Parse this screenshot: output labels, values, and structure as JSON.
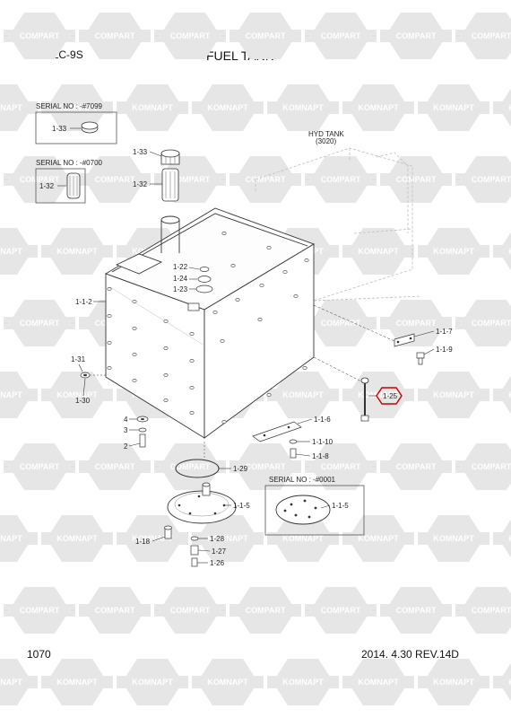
{
  "header": {
    "model": "R220LC-9S",
    "title": "FUEL TANK"
  },
  "footer": {
    "page_number": "1070",
    "revision": "2014. 4.30  REV.14D"
  },
  "watermark": {
    "text_a": "KOMNAPT",
    "text_b": "COMPART",
    "color": "#e6e6e6"
  },
  "notes": {
    "serial_7099": "SERIAL NO : -#7099",
    "serial_0700": "SERIAL NO : -#0700",
    "serial_0001": "SERIAL NO : -#0001",
    "hyd_tank_line1": "HYD TANK",
    "hyd_tank_line2": "(3020)"
  },
  "highlight_color": "#cc0000",
  "part_labels": {
    "p1_33_box": "1-33",
    "p1_32_box": "1-32",
    "p1_33": "1-33",
    "p1_32": "1-32",
    "p1_1_2": "1-1-2",
    "p1_22": "1-22",
    "p1_24": "1-24",
    "p1_23": "1-23",
    "p1_31": "1-31",
    "p1_30": "1-30",
    "p4": "4",
    "p3": "3",
    "p2": "2",
    "p1_29": "1-29",
    "p1_1_5a": "1-1-5",
    "p1_18": "1-18",
    "p1_28": "1-28",
    "p1_27": "1-27",
    "p1_26": "1-26",
    "p1_1_7": "1-1-7",
    "p1_1_9": "1-1-9",
    "p1_25": "1-25",
    "p1_1_6": "1-1-6",
    "p1_1_10": "1-1-10",
    "p1_1_8": "1-1-8",
    "p1_1_5b": "1-1-5"
  }
}
